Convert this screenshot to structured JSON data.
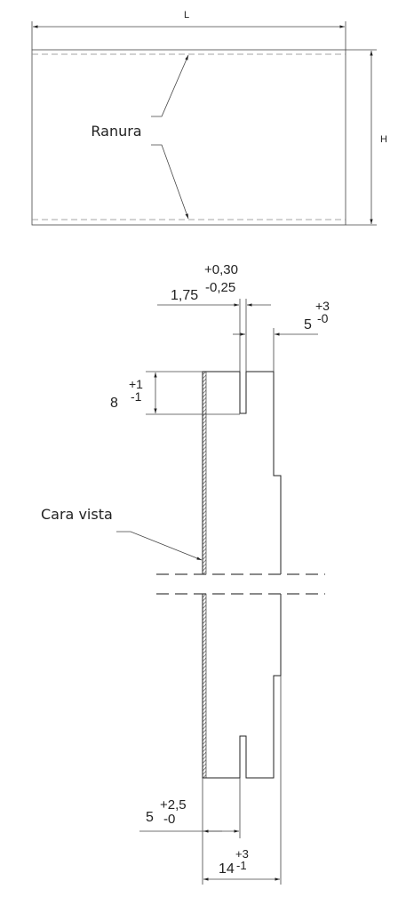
{
  "top_view": {
    "length_label": "L",
    "height_label": "H",
    "groove_label": "Ranura"
  },
  "section_view": {
    "dim_175": {
      "value": "1,75"
    },
    "dim_slot_width": {
      "plus": "+0,30",
      "minus": "-0,25"
    },
    "dim_5_top": {
      "value": "5",
      "plus": "+3",
      "minus": "-0"
    },
    "dim_8": {
      "value": "8",
      "plus": "+1",
      "minus": "-1"
    },
    "face_label": "Cara vista",
    "dim_5_bottom": {
      "value": "5",
      "plus": "+2,5",
      "minus": "-0"
    },
    "dim_14": {
      "value": "14",
      "plus": "+3",
      "minus": "-1"
    }
  },
  "colors": {
    "line": "#222222",
    "hatch": "#555555"
  }
}
